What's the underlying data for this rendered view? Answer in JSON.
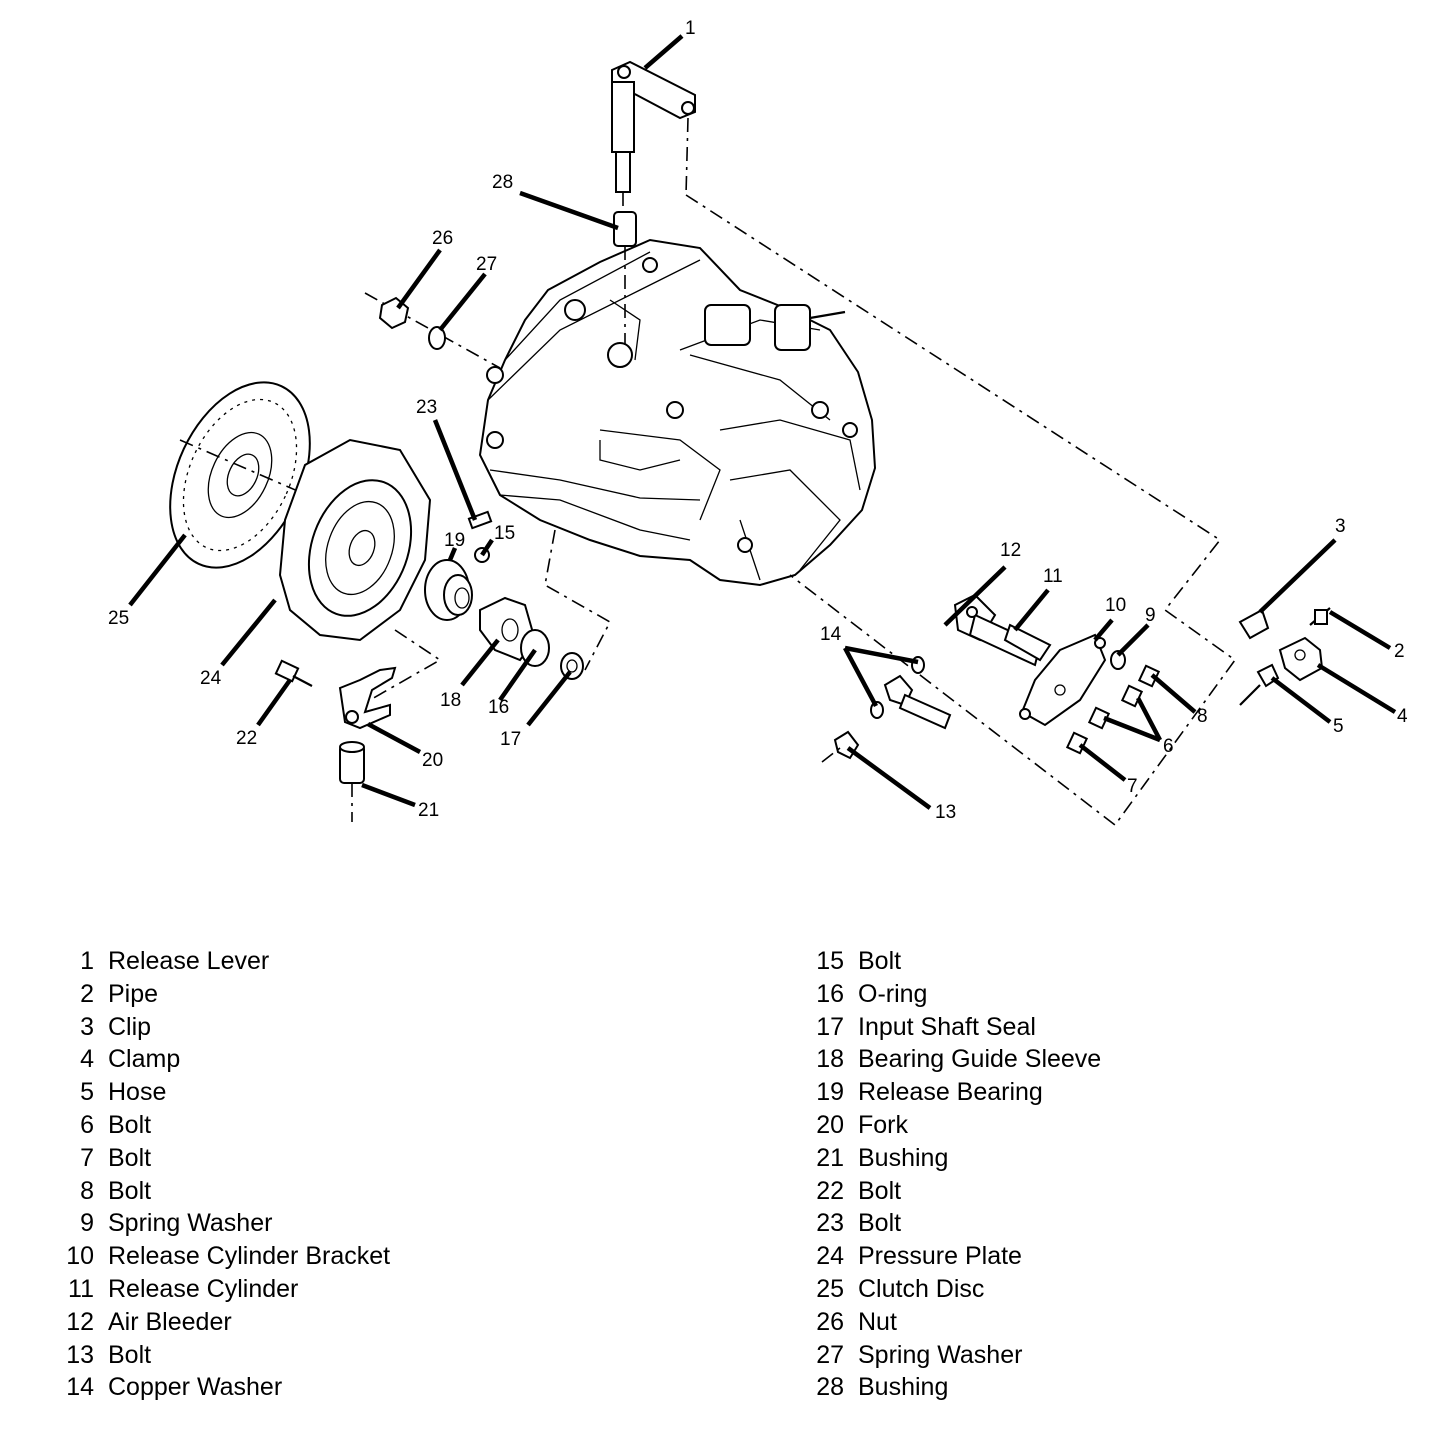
{
  "callouts": [
    "1",
    "2",
    "3",
    "4",
    "5",
    "6",
    "7",
    "8",
    "9",
    "10",
    "11",
    "12",
    "13",
    "14",
    "15",
    "16",
    "17",
    "18",
    "19",
    "20",
    "21",
    "22",
    "23",
    "24",
    "25",
    "26",
    "27",
    "28"
  ],
  "legend": {
    "left": [
      {
        "num": "1",
        "name": "Release Lever"
      },
      {
        "num": "2",
        "name": "Pipe"
      },
      {
        "num": "3",
        "name": "Clip"
      },
      {
        "num": "4",
        "name": "Clamp"
      },
      {
        "num": "5",
        "name": "Hose"
      },
      {
        "num": "6",
        "name": "Bolt"
      },
      {
        "num": "7",
        "name": "Bolt"
      },
      {
        "num": "8",
        "name": "Bolt"
      },
      {
        "num": "9",
        "name": "Spring Washer"
      },
      {
        "num": "10",
        "name": "Release Cylinder Bracket"
      },
      {
        "num": "11",
        "name": "Release Cylinder"
      },
      {
        "num": "12",
        "name": "Air Bleeder"
      },
      {
        "num": "13",
        "name": "Bolt"
      },
      {
        "num": "14",
        "name": "Copper Washer"
      }
    ],
    "right": [
      {
        "num": "15",
        "name": "Bolt"
      },
      {
        "num": "16",
        "name": "O-ring"
      },
      {
        "num": "17",
        "name": "Input Shaft Seal"
      },
      {
        "num": "18",
        "name": "Bearing Guide Sleeve"
      },
      {
        "num": "19",
        "name": "Release Bearing"
      },
      {
        "num": "20",
        "name": "Fork"
      },
      {
        "num": "21",
        "name": "Bushing"
      },
      {
        "num": "22",
        "name": "Bolt"
      },
      {
        "num": "23",
        "name": "Bolt"
      },
      {
        "num": "24",
        "name": "Pressure Plate"
      },
      {
        "num": "25",
        "name": "Clutch Disc"
      },
      {
        "num": "26",
        "name": "Nut"
      },
      {
        "num": "27",
        "name": "Spring Washer"
      },
      {
        "num": "28",
        "name": "Bushing"
      }
    ]
  }
}
